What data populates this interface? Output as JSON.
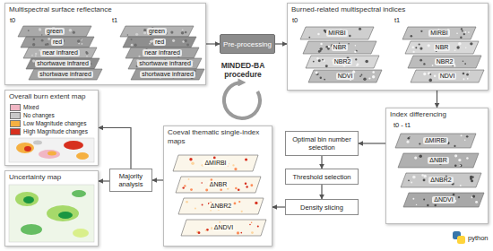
{
  "diagram": {
    "nodes": [
      {
        "text": [
          "Multispectral surface reflectance"
        ]
      },
      {
        "text": [
          "green"
        ],
        "in": 0
      },
      {
        "text": [
          "red"
        ],
        "in": 0
      },
      {
        "text": [
          "near infrared"
        ],
        "in": 0
      },
      {
        "text": [
          "shortwave infrared"
        ],
        "in": 0
      },
      {
        "text": [
          "shortwave infrared"
        ],
        "in": 0
      },
      {
        "text": [
          "green"
        ],
        "in": 0
      },
      {
        "text": [
          "red"
        ],
        "in": 0
      },
      {
        "text": [
          "near infrared"
        ],
        "in": 0
      },
      {
        "text": [
          "shortwave infrared"
        ],
        "in": 0
      },
      {
        "text": [
          "shortwave infrared"
        ],
        "in": 0
      },
      {
        "text": [
          "Pre-processing"
        ]
      },
      {
        "text": [
          "Burned-related multispectral indices"
        ]
      },
      {
        "text": [
          "MIRBI"
        ],
        "in": 12
      },
      {
        "text": [
          "NBR"
        ],
        "in": 12
      },
      {
        "text": [
          "NBR2"
        ],
        "in": 12
      },
      {
        "text": [
          "NDVI"
        ],
        "in": 12
      },
      {
        "text": [
          "MIRBI"
        ],
        "in": 12
      },
      {
        "text": [
          "NBR"
        ],
        "in": 12
      },
      {
        "text": [
          "NBR2"
        ],
        "in": 12
      },
      {
        "text": [
          "NDVI"
        ],
        "in": 12
      },
      {
        "text": [
          "Overall burn extent map"
        ]
      },
      {
        "text": [
          "Index differencing"
        ]
      },
      {
        "text": [
          "ΔMIRBI"
        ],
        "in": 22
      },
      {
        "text": [
          "ΔNBR"
        ],
        "in": 22
      },
      {
        "text": [
          "ΔNBR2"
        ],
        "in": 22
      },
      {
        "text": [
          "ΔNDVI"
        ],
        "in": 22
      },
      {
        "text": [
          "Optimal bin number selection"
        ]
      },
      {
        "text": [
          "Threshold selection"
        ]
      },
      {
        "text": [
          "Density slicing"
        ]
      },
      {
        "text": [
          "Coeval thematic single-index maps"
        ]
      },
      {
        "text": [
          "ΔMIRBI"
        ],
        "in": 30
      },
      {
        "text": [
          "ΔNBR"
        ],
        "in": 30
      },
      {
        "text": [
          "ΔNBR2"
        ],
        "in": 30
      },
      {
        "text": [
          "ΔNDVI"
        ],
        "in": 30
      },
      {
        "text": [
          "Majority analysis"
        ]
      },
      {
        "text": [
          "Uncertainty map"
        ]
      }
    ],
    "edges": [
      {
        "from": 0,
        "to": 11,
        "arrow": "to"
      },
      {
        "from": 11,
        "to": 12,
        "arrow": "to"
      },
      {
        "from": 12,
        "to": 22,
        "arrow": "to"
      },
      {
        "from": 22,
        "to": 27,
        "arrow": "to"
      },
      {
        "from": 27,
        "to": 28,
        "arrow": "to"
      },
      {
        "from": 28,
        "to": 29,
        "arrow": "to"
      },
      {
        "from": 29,
        "to": 30,
        "arrow": "to"
      },
      {
        "from": 30,
        "to": 35,
        "arrow": "to"
      },
      {
        "from": 35,
        "to": 21,
        "arrow": "to"
      },
      {
        "from": 35,
        "to": 36,
        "arrow": "to"
      }
    ],
    "labels": [
      "t0",
      "t1",
      "t0",
      "t1",
      "t0 - t1",
      "MINDED-BA procedure",
      "python"
    ],
    "legend": [
      {
        "text": "Mixed",
        "color": "#f1b6c4"
      },
      {
        "text": "No changes",
        "color": "#c8c8c8"
      },
      {
        "text": "Low Magnitude changes",
        "color": "#f5b041"
      },
      {
        "text": "High Magnitude changes",
        "color": "#d7301f"
      }
    ]
  }
}
